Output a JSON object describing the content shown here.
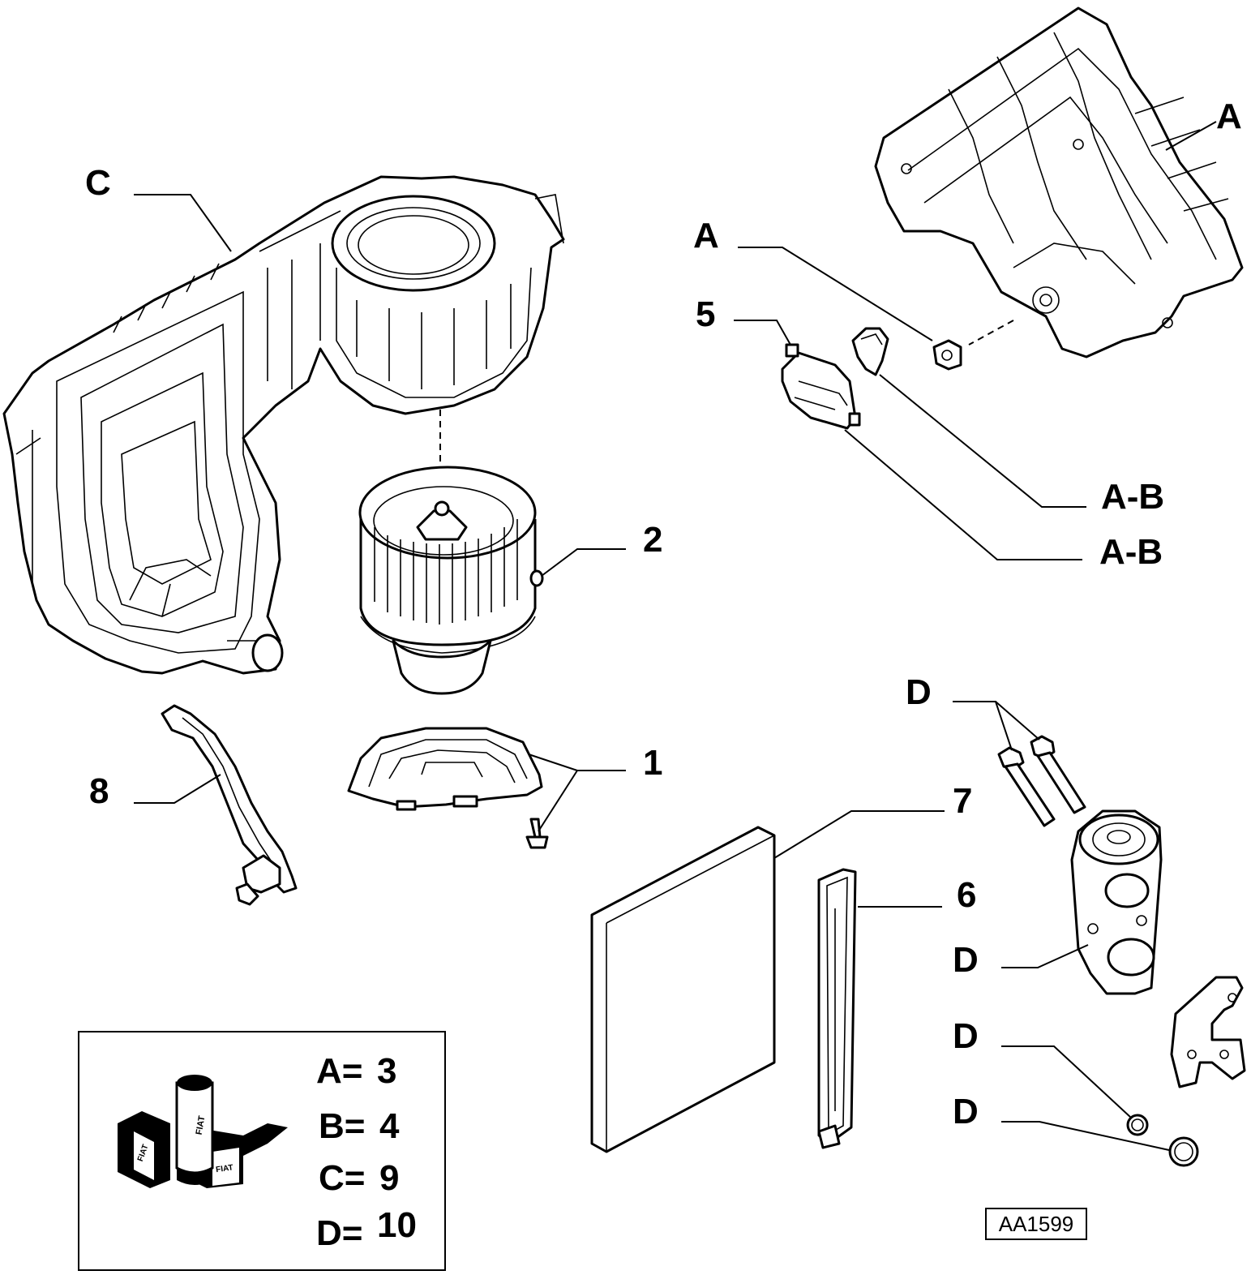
{
  "callouts": {
    "A_top": "A",
    "A_small": "A",
    "C": "C",
    "n5": "5",
    "AB1": "A-B",
    "AB2": "A-B",
    "n2": "2",
    "n1": "1",
    "n8": "8",
    "D_top": "D",
    "n7": "7",
    "n6": "6",
    "D_valve": "D",
    "D_ring1": "D",
    "D_ring2": "D"
  },
  "legend": {
    "rows": [
      {
        "key": "A=",
        "value": "3"
      },
      {
        "key": "B=",
        "value": "4"
      },
      {
        "key": "C=",
        "value": "9"
      },
      {
        "key": "D=",
        "value": "10"
      }
    ]
  },
  "brand_logo_text": "FIAT",
  "drawing_code": "AA1599"
}
